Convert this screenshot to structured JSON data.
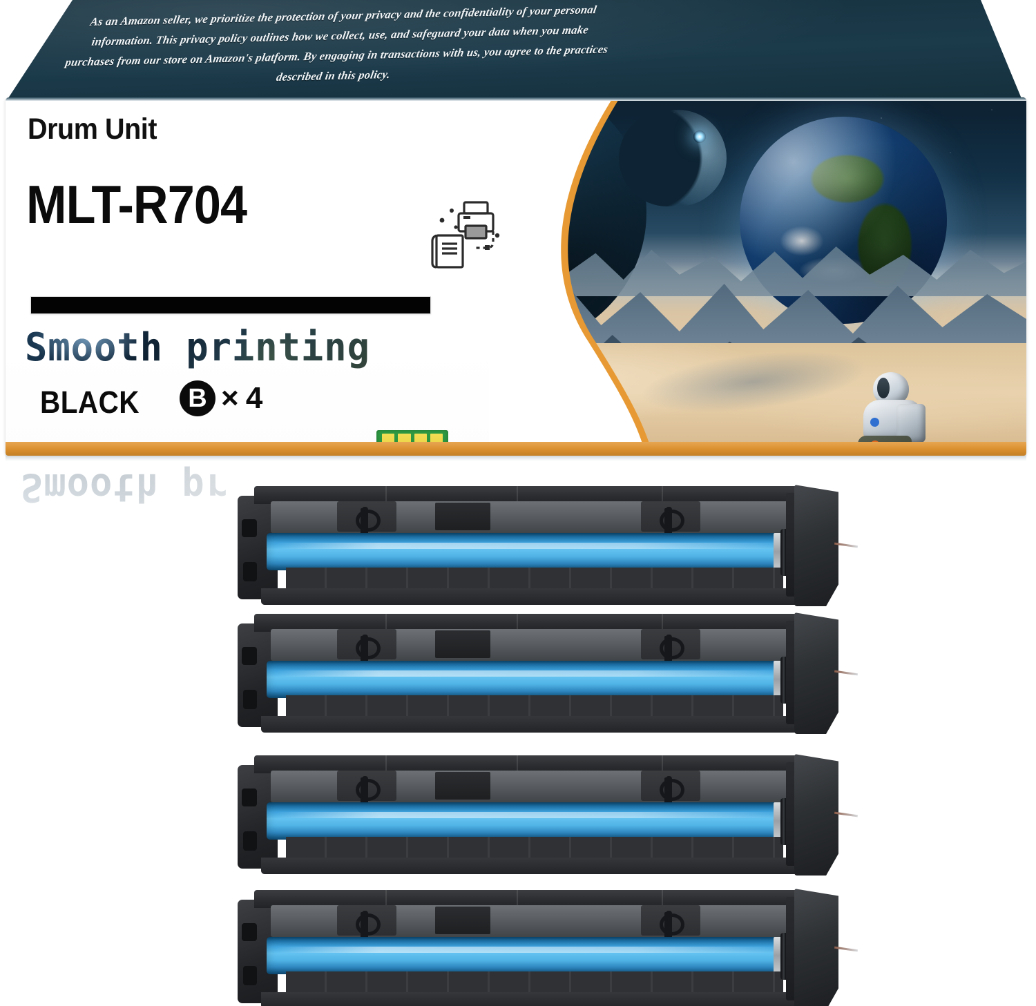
{
  "package": {
    "policy_banner": "As an Amazon seller, we prioritize the protection of your privacy and the confidentiality of your personal information. This privacy policy outlines how we collect, use, and safeguard your data when you make purchases from our store on Amazon's platform. By engaging in transactions with us, you agree to the practices described in this policy.",
    "product_type": "Drum Unit",
    "model": "MLT-R704",
    "tagline": "Smooth printing",
    "color_name": "BLACK",
    "color_code": "B",
    "quantity_label": "× 4",
    "icons": {
      "printer": "printer-icon",
      "document": "document-icon",
      "chip": "chip-icon"
    },
    "colors": {
      "banner_navy": "#16313f",
      "accent_orange": "#e79a33",
      "drum_cyan": "#3fa3dd",
      "chip_green": "#2f9c44",
      "chip_gold": "#e2c838",
      "text_black": "#0b0b0b"
    }
  },
  "reflection": {
    "mirrored_tagline": "Smooth pr"
  },
  "drum_units": [
    {
      "index": 1
    },
    {
      "index": 2
    },
    {
      "index": 3
    },
    {
      "index": 4
    }
  ]
}
